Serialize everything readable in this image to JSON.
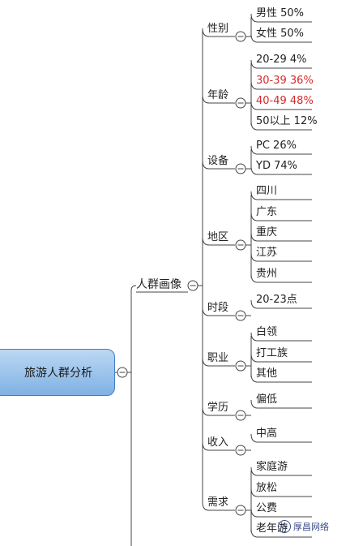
{
  "root": {
    "label": "旅游人群分析"
  },
  "hub": {
    "label": "人群画像"
  },
  "categories": [
    {
      "id": "gender",
      "label": "性别",
      "leaves": [
        {
          "text": "男性 50%"
        },
        {
          "text": "女性 50%"
        }
      ]
    },
    {
      "id": "age",
      "label": "年龄",
      "leaves": [
        {
          "text": "20-29 4%"
        },
        {
          "text": "30-39 36%",
          "color": "#d42a2a"
        },
        {
          "text": "40-49 48%",
          "color": "#d42a2a"
        },
        {
          "text": "50以上 12%"
        }
      ]
    },
    {
      "id": "device",
      "label": "设备",
      "leaves": [
        {
          "text": "PC 26%"
        },
        {
          "text": "YD 74%"
        }
      ]
    },
    {
      "id": "region",
      "label": "地区",
      "leaves": [
        {
          "text": "四川"
        },
        {
          "text": "广东"
        },
        {
          "text": "重庆"
        },
        {
          "text": "江苏"
        },
        {
          "text": "贵州"
        }
      ]
    },
    {
      "id": "time",
      "label": "时段",
      "leaves": [
        {
          "text": "20-23点"
        }
      ]
    },
    {
      "id": "job",
      "label": "职业",
      "leaves": [
        {
          "text": "白领"
        },
        {
          "text": "打工族"
        },
        {
          "text": "其他"
        }
      ]
    },
    {
      "id": "edu",
      "label": "学历",
      "leaves": [
        {
          "text": "偏低"
        }
      ]
    },
    {
      "id": "income",
      "label": "收入",
      "leaves": [
        {
          "text": "中高"
        }
      ]
    },
    {
      "id": "need",
      "label": "需求",
      "leaves": [
        {
          "text": "家庭游"
        },
        {
          "text": "放松"
        },
        {
          "text": "公费"
        },
        {
          "text": "老年游"
        }
      ]
    }
  ],
  "watermark": {
    "text": "厚昌网络"
  }
}
